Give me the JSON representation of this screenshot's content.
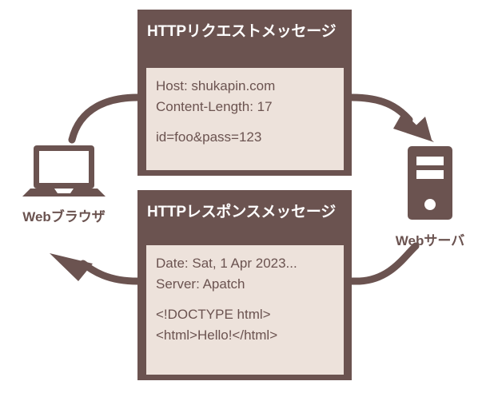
{
  "diagram": {
    "title": "HTTP request and response message flow",
    "colors": {
      "dark_brown": "#6B5350",
      "panel_beige": "#EDE2DB",
      "white": "#FFFFFF",
      "background": "#FFFFFF"
    }
  },
  "nodes": {
    "browser": {
      "label": "Webブラウザ",
      "icon": "laptop-icon"
    },
    "server": {
      "label": "Webサーバ",
      "icon": "server-tower-icon"
    }
  },
  "request_message": {
    "title": "HTTPリクエストメッセージ",
    "lines": [
      "Host: shukapin.com",
      "Content-Length: 17",
      "",
      "id=foo&pass=123"
    ]
  },
  "response_message": {
    "title": "HTTPレスポンスメッセージ",
    "lines": [
      "Date: Sat, 1 Apr 2023...",
      "Server: Apatch",
      "",
      "<!DOCTYPE html>",
      "<html>Hello!</html>"
    ]
  },
  "arrows": [
    {
      "name": "request-arrow",
      "direction": "browser-to-server",
      "points_to": "server"
    },
    {
      "name": "response-arrow",
      "direction": "server-to-browser",
      "points_to": "browser"
    }
  ]
}
